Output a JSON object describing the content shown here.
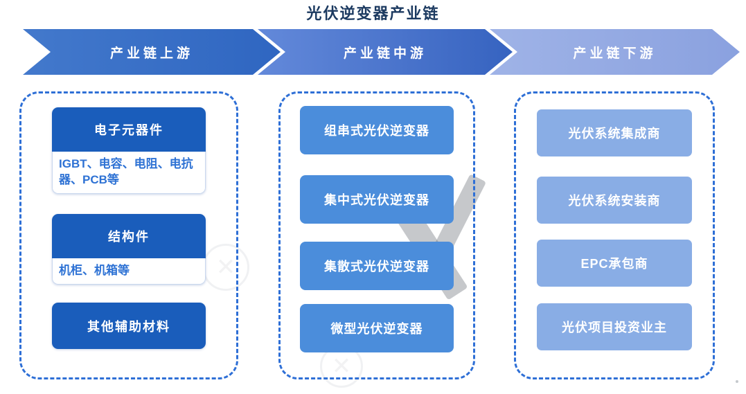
{
  "title": "光伏逆变器产业链",
  "stages": {
    "upstream": {
      "label": "产业链上游"
    },
    "midstream": {
      "label": "产业链中游"
    },
    "downstream": {
      "label": "产业链下游"
    }
  },
  "upstream": {
    "cards": [
      {
        "title": "电子元器件",
        "detail": "IGBT、电容、电阻、电抗器、PCB等"
      },
      {
        "title": "结构件",
        "detail": "机柜、机箱等"
      },
      {
        "title": "其他辅助材料"
      }
    ]
  },
  "midstream": {
    "items": [
      "组串式光伏逆变器",
      "集中式光伏逆变器",
      "集散式光伏逆变器",
      "微型光伏逆变器"
    ]
  },
  "downstream": {
    "items": [
      "光伏系统集成商",
      "光伏系统安装商",
      "EPC承包商",
      "光伏项目投资业主"
    ]
  },
  "colors": {
    "stage_upstream": "#3A70C7",
    "stage_midstream": "#4A79CE",
    "stage_downstream": "#93A9E3",
    "dark_box": "#1A5DBB",
    "mid_box": "#4B8DDB",
    "down_box": "#89ADE5",
    "dashed_border": "#2E6FD6",
    "detail_text": "#2E72D4",
    "title_text": "#1C3A60"
  }
}
